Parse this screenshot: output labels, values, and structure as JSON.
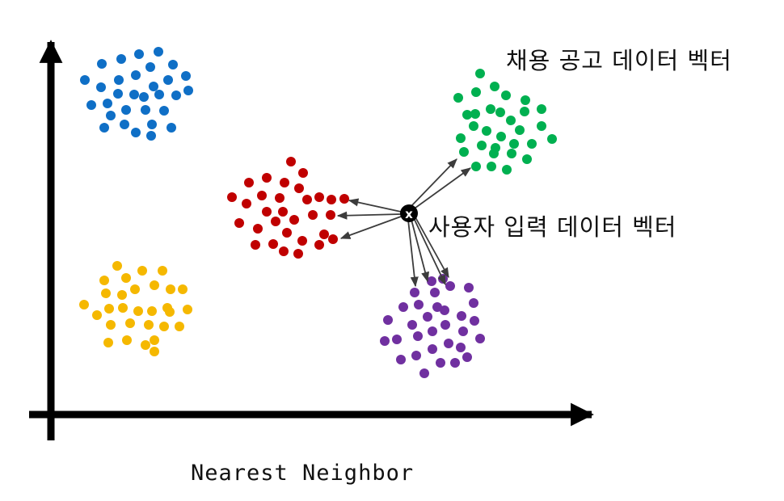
{
  "labels": {
    "job_vectors": "채용 공고 데이터 벡터",
    "user_vector": "사용자 입력 데이터 벡터",
    "caption": "Nearest Neighbor"
  },
  "query_point": {
    "symbol": "x"
  },
  "colors": {
    "axis": "#000000",
    "arrow": "#3c3c3c",
    "blue": "#0f6fc6",
    "yellow": "#f5b800",
    "red": "#c00000",
    "green": "#00b050",
    "purple": "#7030a0"
  },
  "clusters": [
    {
      "name": "blue",
      "neighbor": false
    },
    {
      "name": "yellow",
      "neighbor": false
    },
    {
      "name": "red",
      "neighbor": true
    },
    {
      "name": "green",
      "neighbor": true
    },
    {
      "name": "purple",
      "neighbor": true
    }
  ]
}
